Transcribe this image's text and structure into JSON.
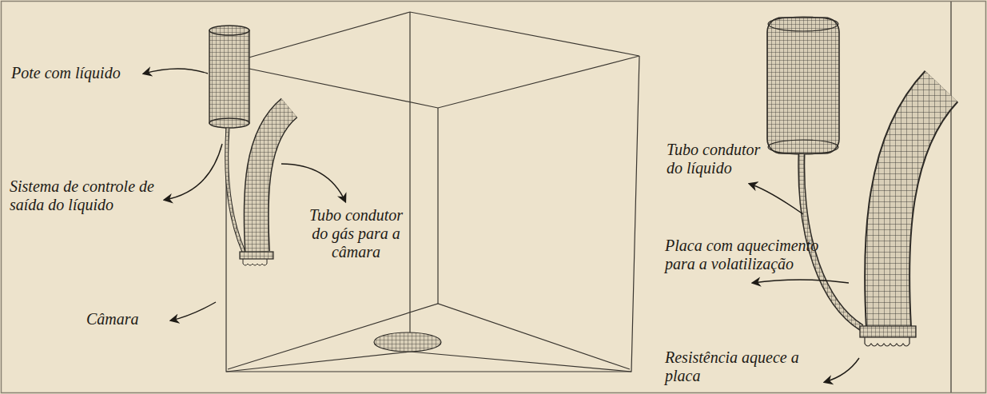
{
  "diagram": {
    "labels": [
      "Pote com líquido",
      "Sistema de controle de saída do líquido",
      "Tubo condutor do gás para a câmara",
      "Câmara",
      "Tubo condutor do líquido",
      "Placa com aquecimento para a volatilização",
      "Resistência aquece a placa"
    ]
  }
}
